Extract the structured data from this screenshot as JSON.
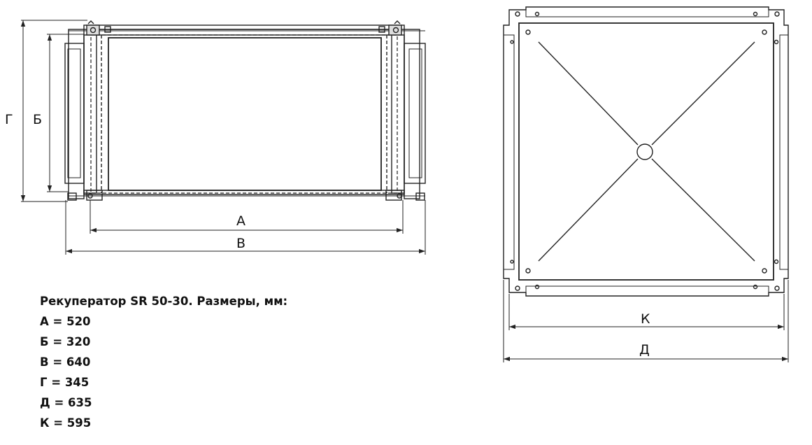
{
  "dimension_labels": {
    "A": "А",
    "B": "Б",
    "V": "В",
    "G": "Г",
    "D": "Д",
    "K": "К"
  },
  "specs": {
    "title": "Рекуператор SR 50-30. Размеры, мм:",
    "lines": [
      "А = 520",
      "Б = 320",
      "В = 640",
      "Г = 345",
      "Д = 635",
      "К = 595"
    ]
  },
  "colors": {
    "line": "#222222",
    "background": "#ffffff"
  }
}
